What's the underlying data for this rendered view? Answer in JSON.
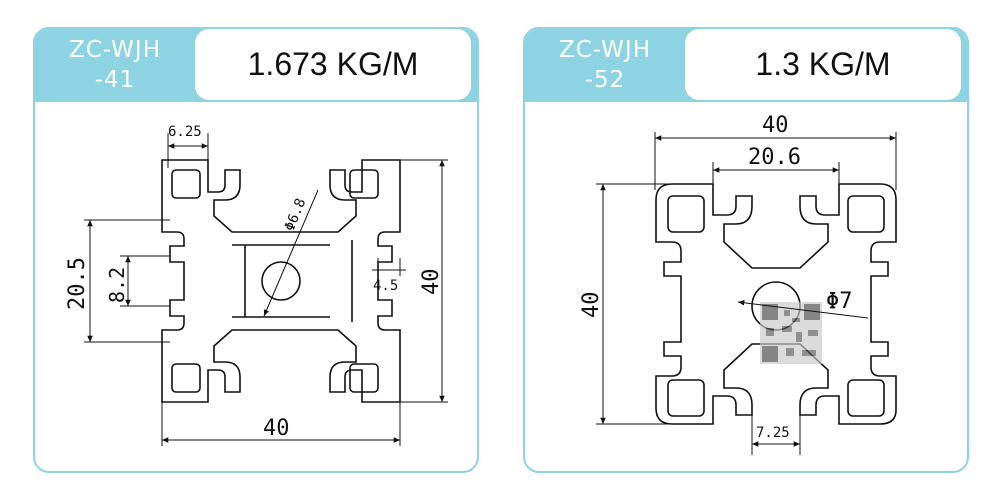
{
  "left_card": {
    "model_line1": "ZC-WJH",
    "model_line2": "-41",
    "weight": "1.673 KG/M",
    "dims": {
      "slot_width": "6.25",
      "hole_dia": "Φ6.8",
      "inner_height": "20.5",
      "slot_height": "8.2",
      "slot_depth": "4.5",
      "height": "40",
      "width": "40"
    }
  },
  "right_card": {
    "model_line1": "ZC-WJH",
    "model_line2": "-52",
    "weight": "1.3 KG/M",
    "dims": {
      "width": "40",
      "inner_width": "20.6",
      "height": "40",
      "hole_dia": "Φ7",
      "slot_width": "7.25"
    }
  },
  "colors": {
    "accent": "#8dd3e1",
    "line": "#111111"
  }
}
